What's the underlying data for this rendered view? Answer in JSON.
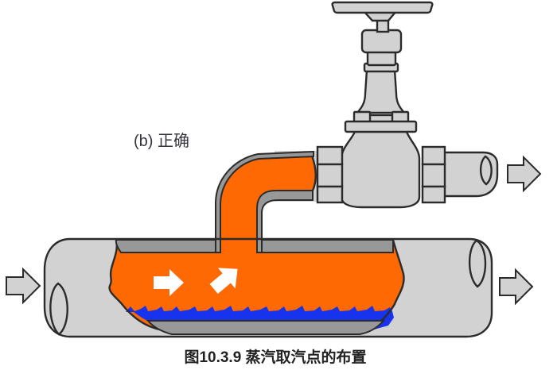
{
  "figure": {
    "subfigure_label": "(b) 正确",
    "caption": "图10.3.9 蒸汽取汽点的布置"
  },
  "diagram": {
    "description_elements": {
      "steam_region": "steam-inside-main-pipe",
      "condensate_region": "condensate-water-layer",
      "takeoff": "top-takeoff-pipe-to-globe-valve",
      "valve": "globe-valve-with-handwheel",
      "flow_arrows": [
        "inlet-left",
        "steam-internal-horizontal",
        "steam-internal-up-right",
        "valve-outlet-right",
        "pipe-outlet-right"
      ]
    }
  },
  "colors": {
    "steam_orange": "#fe6903",
    "condensate_blue": "#1733ee",
    "pipe_gray": "#d2d2d2",
    "wall_gray": "#989898",
    "outline": "#2b2b2b",
    "arrow_white": "#ffffff",
    "text_color": "#33343c"
  }
}
